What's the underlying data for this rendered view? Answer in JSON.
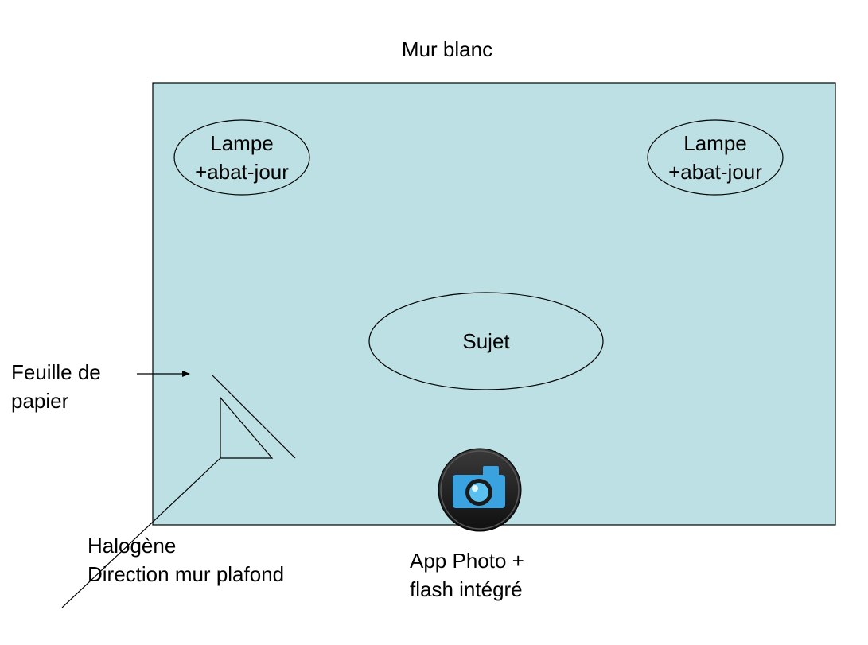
{
  "title": "Mur blanc",
  "colors": {
    "room_fill": "#bce0e3",
    "stroke": "#000000",
    "camera_dark": "#1e1e1e",
    "camera_blue": "#3aa3df"
  },
  "lamp_left": {
    "line1": "Lampe",
    "line2": "+abat-jour"
  },
  "lamp_right": {
    "line1": "Lampe",
    "line2": "+abat-jour"
  },
  "subject": "Sujet",
  "paper": {
    "line1": "Feuille de",
    "line2": "papier"
  },
  "halogen": {
    "line1": "Halogène",
    "line2": "Direction mur plafond"
  },
  "camera": {
    "icon": "camera-icon",
    "line1": "App Photo +",
    "line2": "flash intégré"
  }
}
